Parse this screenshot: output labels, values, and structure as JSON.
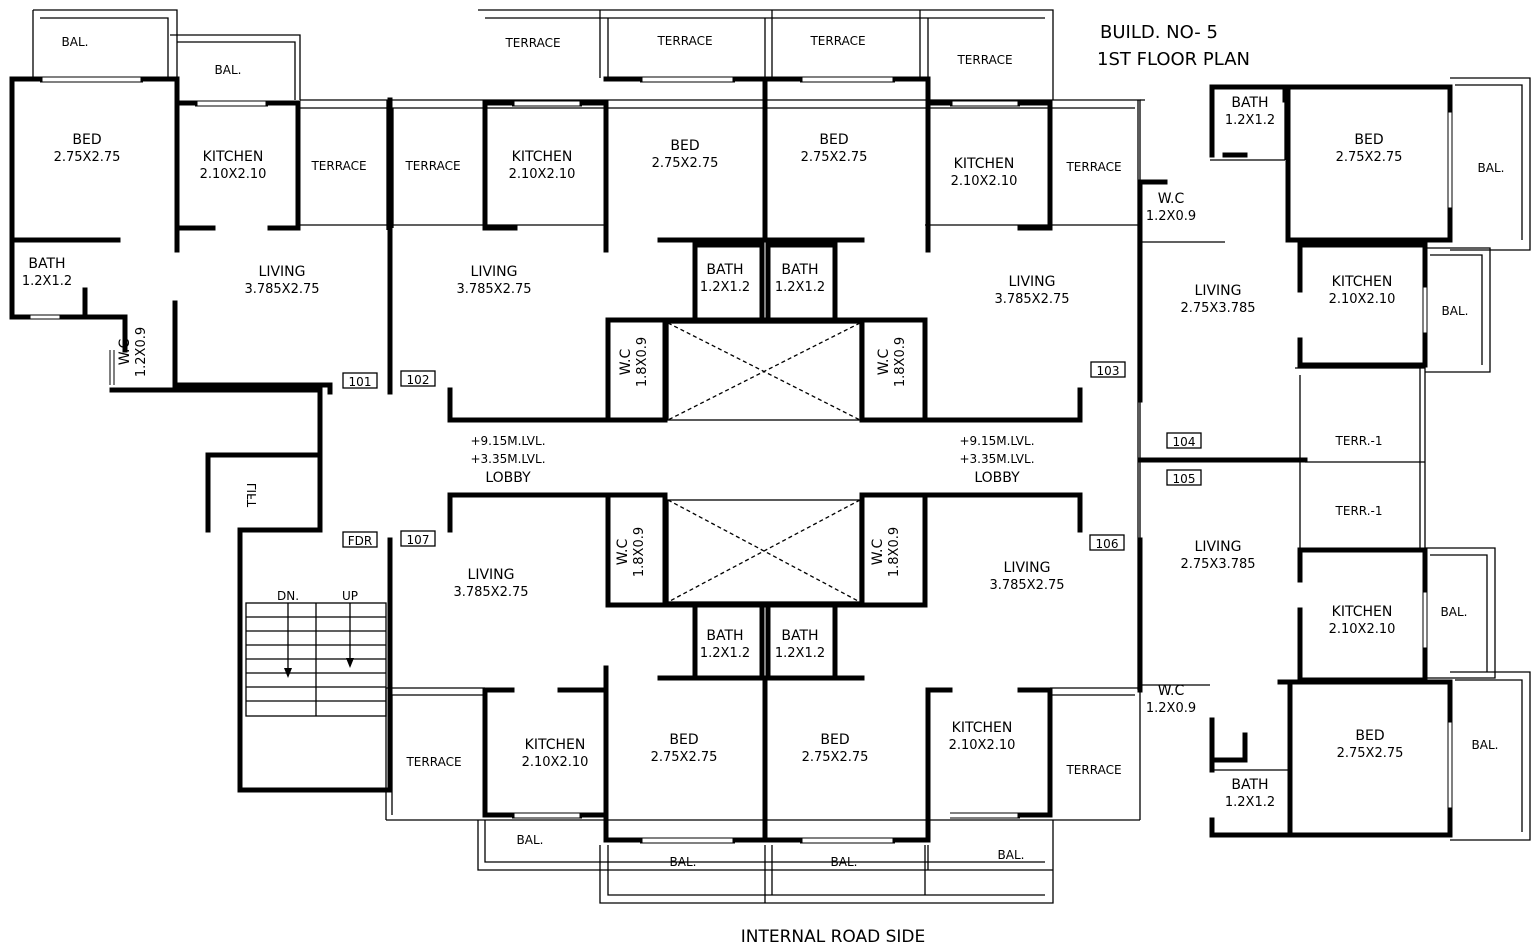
{
  "title": {
    "line1": "BUILD. NO- 5",
    "line2": "1ST  FLOOR PLAN"
  },
  "footer": "INTERNAL ROAD SIDE",
  "rooms": [
    {
      "name": "BAL."
    },
    {
      "name": "BAL."
    },
    {
      "name": "BED",
      "dim": "2.75X2.75"
    },
    {
      "name": "KITCHEN",
      "dim": "2.10X2.10"
    },
    {
      "name": "TERRACE"
    },
    {
      "name": "BATH",
      "dim": "1.2X1.2"
    },
    {
      "name": "LIVING",
      "dim": "3.785X2.75"
    },
    {
      "name": "W.C",
      "dim": "1.2X0.9"
    },
    {
      "name": "TERRACE"
    },
    {
      "name": "TERRACE"
    },
    {
      "name": "KITCHEN",
      "dim": "2.10X2.10"
    },
    {
      "name": "LIVING",
      "dim": "3.785X2.75"
    },
    {
      "name": "TERRACE"
    },
    {
      "name": "BED",
      "dim": "2.75X2.75"
    },
    {
      "name": "BATH",
      "dim": "1.2X1.2"
    },
    {
      "name": "W.C",
      "dim": "1.8X0.9"
    },
    {
      "name": "TERRACE"
    },
    {
      "name": "BED",
      "dim": "2.75X2.75"
    },
    {
      "name": "BATH",
      "dim": "1.2X1.2"
    },
    {
      "name": "W.C",
      "dim": "1.8X0.9"
    },
    {
      "name": "TERRACE"
    },
    {
      "name": "KITCHEN",
      "dim": "2.10X2.10"
    },
    {
      "name": "TERRACE"
    },
    {
      "name": "LIVING",
      "dim": "3.785X2.75"
    },
    {
      "name": "BATH",
      "dim": "1.2X1.2"
    },
    {
      "name": "BED",
      "dim": "2.75X2.75"
    },
    {
      "name": "BAL."
    },
    {
      "name": "W.C",
      "dim": "1.2X0.9"
    },
    {
      "name": "LIVING",
      "dim": "2.75X3.785"
    },
    {
      "name": "KITCHEN",
      "dim": "2.10X2.10"
    },
    {
      "name": "BAL."
    },
    {
      "name": "TERR.-1"
    },
    {
      "name": "TERR.-1"
    },
    {
      "name": "LIVING",
      "dim": "2.75X3.785"
    },
    {
      "name": "KITCHEN",
      "dim": "2.10X2.10"
    },
    {
      "name": "BAL."
    },
    {
      "name": "W.C",
      "dim": "1.2X0.9"
    },
    {
      "name": "BED",
      "dim": "2.75X2.75"
    },
    {
      "name": "BAL."
    },
    {
      "name": "BATH",
      "dim": "1.2X1.2"
    },
    {
      "name": "LIVING",
      "dim": "3.785X2.75"
    },
    {
      "name": "W.C",
      "dim": "1.8X0.9"
    },
    {
      "name": "BATH",
      "dim": "1.2X1.2"
    },
    {
      "name": "BED",
      "dim": "2.75X2.75"
    },
    {
      "name": "KITCHEN",
      "dim": "2.10X2.10"
    },
    {
      "name": "TERRACE"
    },
    {
      "name": "BAL."
    },
    {
      "name": "BAL."
    },
    {
      "name": "LIVING",
      "dim": "3.785X2.75"
    },
    {
      "name": "W.C",
      "dim": "1.8X0.9"
    },
    {
      "name": "BATH",
      "dim": "1.2X1.2"
    },
    {
      "name": "BED",
      "dim": "2.75X2.75"
    },
    {
      "name": "KITCHEN",
      "dim": "2.10X2.10"
    },
    {
      "name": "TERRACE"
    },
    {
      "name": "BAL."
    },
    {
      "name": "BAL."
    }
  ],
  "units": [
    "101",
    "102",
    "103",
    "104",
    "105",
    "106",
    "107"
  ],
  "fdr": "FDR",
  "lobbies": [
    {
      "level1": "+9.15M.LVL.",
      "level2": "+3.35M.LVL.",
      "label": "LOBBY"
    },
    {
      "level1": "+9.15M.LVL.",
      "level2": "+3.35M.LVL.",
      "label": "LOBBY"
    }
  ],
  "lift": "LIFT",
  "stair": {
    "down": "DN.",
    "up": "UP"
  }
}
